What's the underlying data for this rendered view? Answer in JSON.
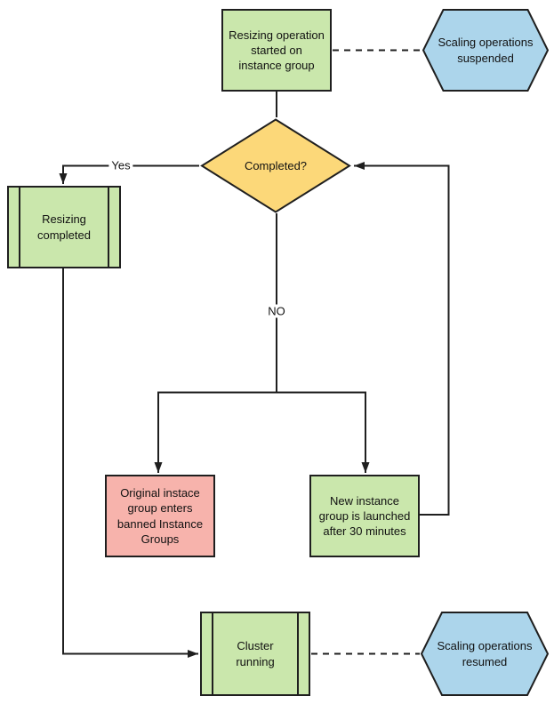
{
  "diagram": {
    "type": "flowchart",
    "nodes": {
      "start": {
        "label": "Resizing operation\nstarted on\ninstance group",
        "shape": "process",
        "fill": "#cae7ac"
      },
      "suspended": {
        "label": "Scaling operations\nsuspended",
        "shape": "hexagon",
        "fill": "#acd5eb"
      },
      "completed": {
        "label": "Completed?",
        "shape": "decision",
        "fill": "#fcd879"
      },
      "resizing_completed": {
        "label": "Resizing\ncompleted",
        "shape": "predefined-process",
        "fill": "#cae7ac"
      },
      "banned": {
        "label": "Original instace\ngroup enters\nbanned Instance\nGroups",
        "shape": "process",
        "fill": "#f7b3ac"
      },
      "new_group": {
        "label": "New instance\ngroup is launched\nafter 30 minutes",
        "shape": "process",
        "fill": "#cae7ac"
      },
      "cluster": {
        "label": "Cluster\nrunning",
        "shape": "predefined-process",
        "fill": "#cae7ac"
      },
      "resumed": {
        "label": "Scaling operations\nresumed",
        "shape": "hexagon",
        "fill": "#acd5eb"
      }
    },
    "edge_labels": {
      "yes": "Yes",
      "no": "NO"
    },
    "edges": [
      "start -> completed",
      "start -- suspended (dashed)",
      "completed -> resizing_completed (Yes)",
      "completed -> banned (NO)",
      "completed -> new_group (NO)",
      "new_group -> completed",
      "resizing_completed -> cluster",
      "cluster -- resumed (dashed)"
    ],
    "colors": {
      "stroke": "#1f1f1f",
      "green": "#cae7ac",
      "yellow": "#fcd879",
      "blue": "#acd5eb",
      "red": "#f7b3ac"
    }
  }
}
